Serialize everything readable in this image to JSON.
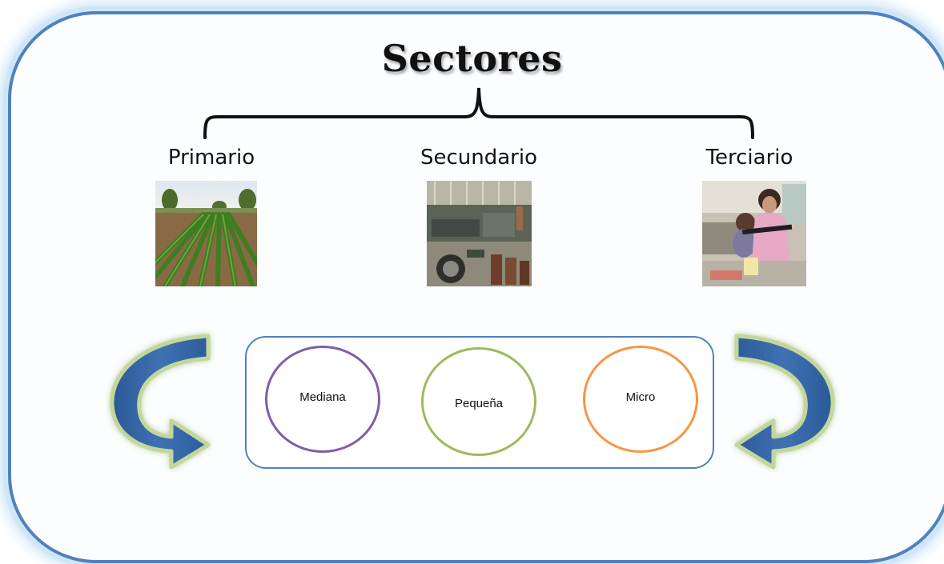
{
  "title": "Sectores",
  "sectors": [
    {
      "label": "Primario",
      "image": "farm-field-photo"
    },
    {
      "label": "Secundario",
      "image": "factory-machinery-photo"
    },
    {
      "label": "Terciario",
      "image": "service-worker-photo"
    }
  ],
  "company_sizes": [
    {
      "label": "Mediana",
      "color": "#7f5fa8"
    },
    {
      "label": "Pequeña",
      "color": "#9bbb59"
    },
    {
      "label": "Micro",
      "color": "#f79646"
    }
  ],
  "colors": {
    "frame": "#4f81bd",
    "arrow": "#2e5f9e",
    "arrow_glow": "#c3d69b"
  }
}
